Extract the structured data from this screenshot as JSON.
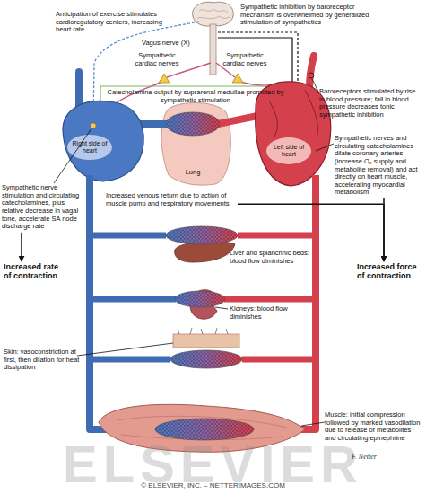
{
  "diagram": {
    "nodes": [
      {
        "text": [
          "Sympathetic nerve stimulation and circulating catecholamines, plus relative decrease in vagal tone, accelerate SA node discharge rate"
        ]
      },
      {
        "text": [
          "Increased rate of contraction"
        ]
      },
      {
        "text": [
          "Increased venous return due to action of muscle pump and respiratory movements"
        ]
      },
      {
        "text": [
          "Sympathetic nerves and circulating catecholamines dilate coronary arteries (increase O₂ supply and metabolite removal) and act directly on heart muscle, accelerating myocardial metabolism"
        ]
      },
      {
        "text": [
          "Increased force of contraction"
        ]
      }
    ],
    "edges": [
      {
        "from": 0,
        "to": 1,
        "arrow": "to"
      },
      {
        "from": 2,
        "to": 4,
        "arrow": "to"
      },
      {
        "from": 3,
        "to": 4,
        "arrow": "to"
      }
    ],
    "labels": [
      "Anticipation of exercise stimulates cardioregulatory centers, increasing heart rate",
      "Sympathetic inhibition by baroreceptor mechanism is overwhelmed by generalized stimulation of sympathetics",
      "Vagus nerve (X)",
      "Sympathetic cardiac nerves",
      "Sympathetic cardiac nerves",
      "Catecholamine output by suprarenal medullae promoted by sympathetic stimulation",
      "Baroreceptors stimulated by rise in blood pressure; fall in blood pressure decreases tonic sympathetic inhibition",
      "Right side of heart",
      "Lung",
      "Left side of heart",
      "Liver and splanchnic beds: blood flow diminishes",
      "Kidneys: blood flow diminishes",
      "Skin: vasoconstriction at first, then dilation for heat dissipation",
      "Muscle: initial compression followed by marked vasodilation due to release of metabolites and circulating epinephrine",
      "© ELSEVIER, INC. – NETTERIMAGES.COM",
      "ELSEVIER",
      "F. Netter"
    ]
  }
}
